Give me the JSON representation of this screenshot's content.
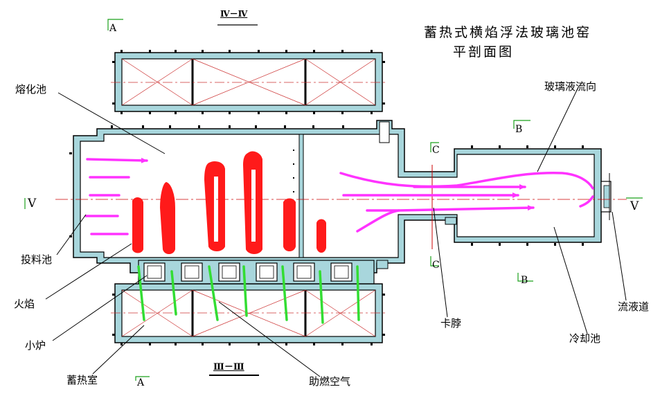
{
  "title": {
    "line1": "蓄热式横焰浮法玻璃池窑",
    "line2": "平剖面图"
  },
  "section_marks": {
    "top_center": "Ⅳ－Ⅳ",
    "bottom_center": "Ⅲ－Ⅲ",
    "A_top": "A",
    "A_bottom": "A",
    "V_left": "V",
    "V_right": "V",
    "B_top": "B",
    "B_bottom": "B",
    "C_top": "C",
    "C_bottom": "C"
  },
  "labels": {
    "melting_tank": "熔化池",
    "glass_flow_direction": "玻璃液流向",
    "doghouse": "投料池",
    "flame": "火焰",
    "small_furnace": "小炉",
    "regenerator": "蓄热室",
    "combustion_air": "助燃空气",
    "neck": "卡脖",
    "cooling_tank": "冷却池",
    "canal": "流液道"
  },
  "colors": {
    "wall_fill": "#a8d6dc",
    "wall_stroke": "#000000",
    "flame": "#ff1a1a",
    "glass_flow": "#ff33ff",
    "air": "#33dd33",
    "section_green": "#1aa01a",
    "center_line": "#cc0000"
  }
}
